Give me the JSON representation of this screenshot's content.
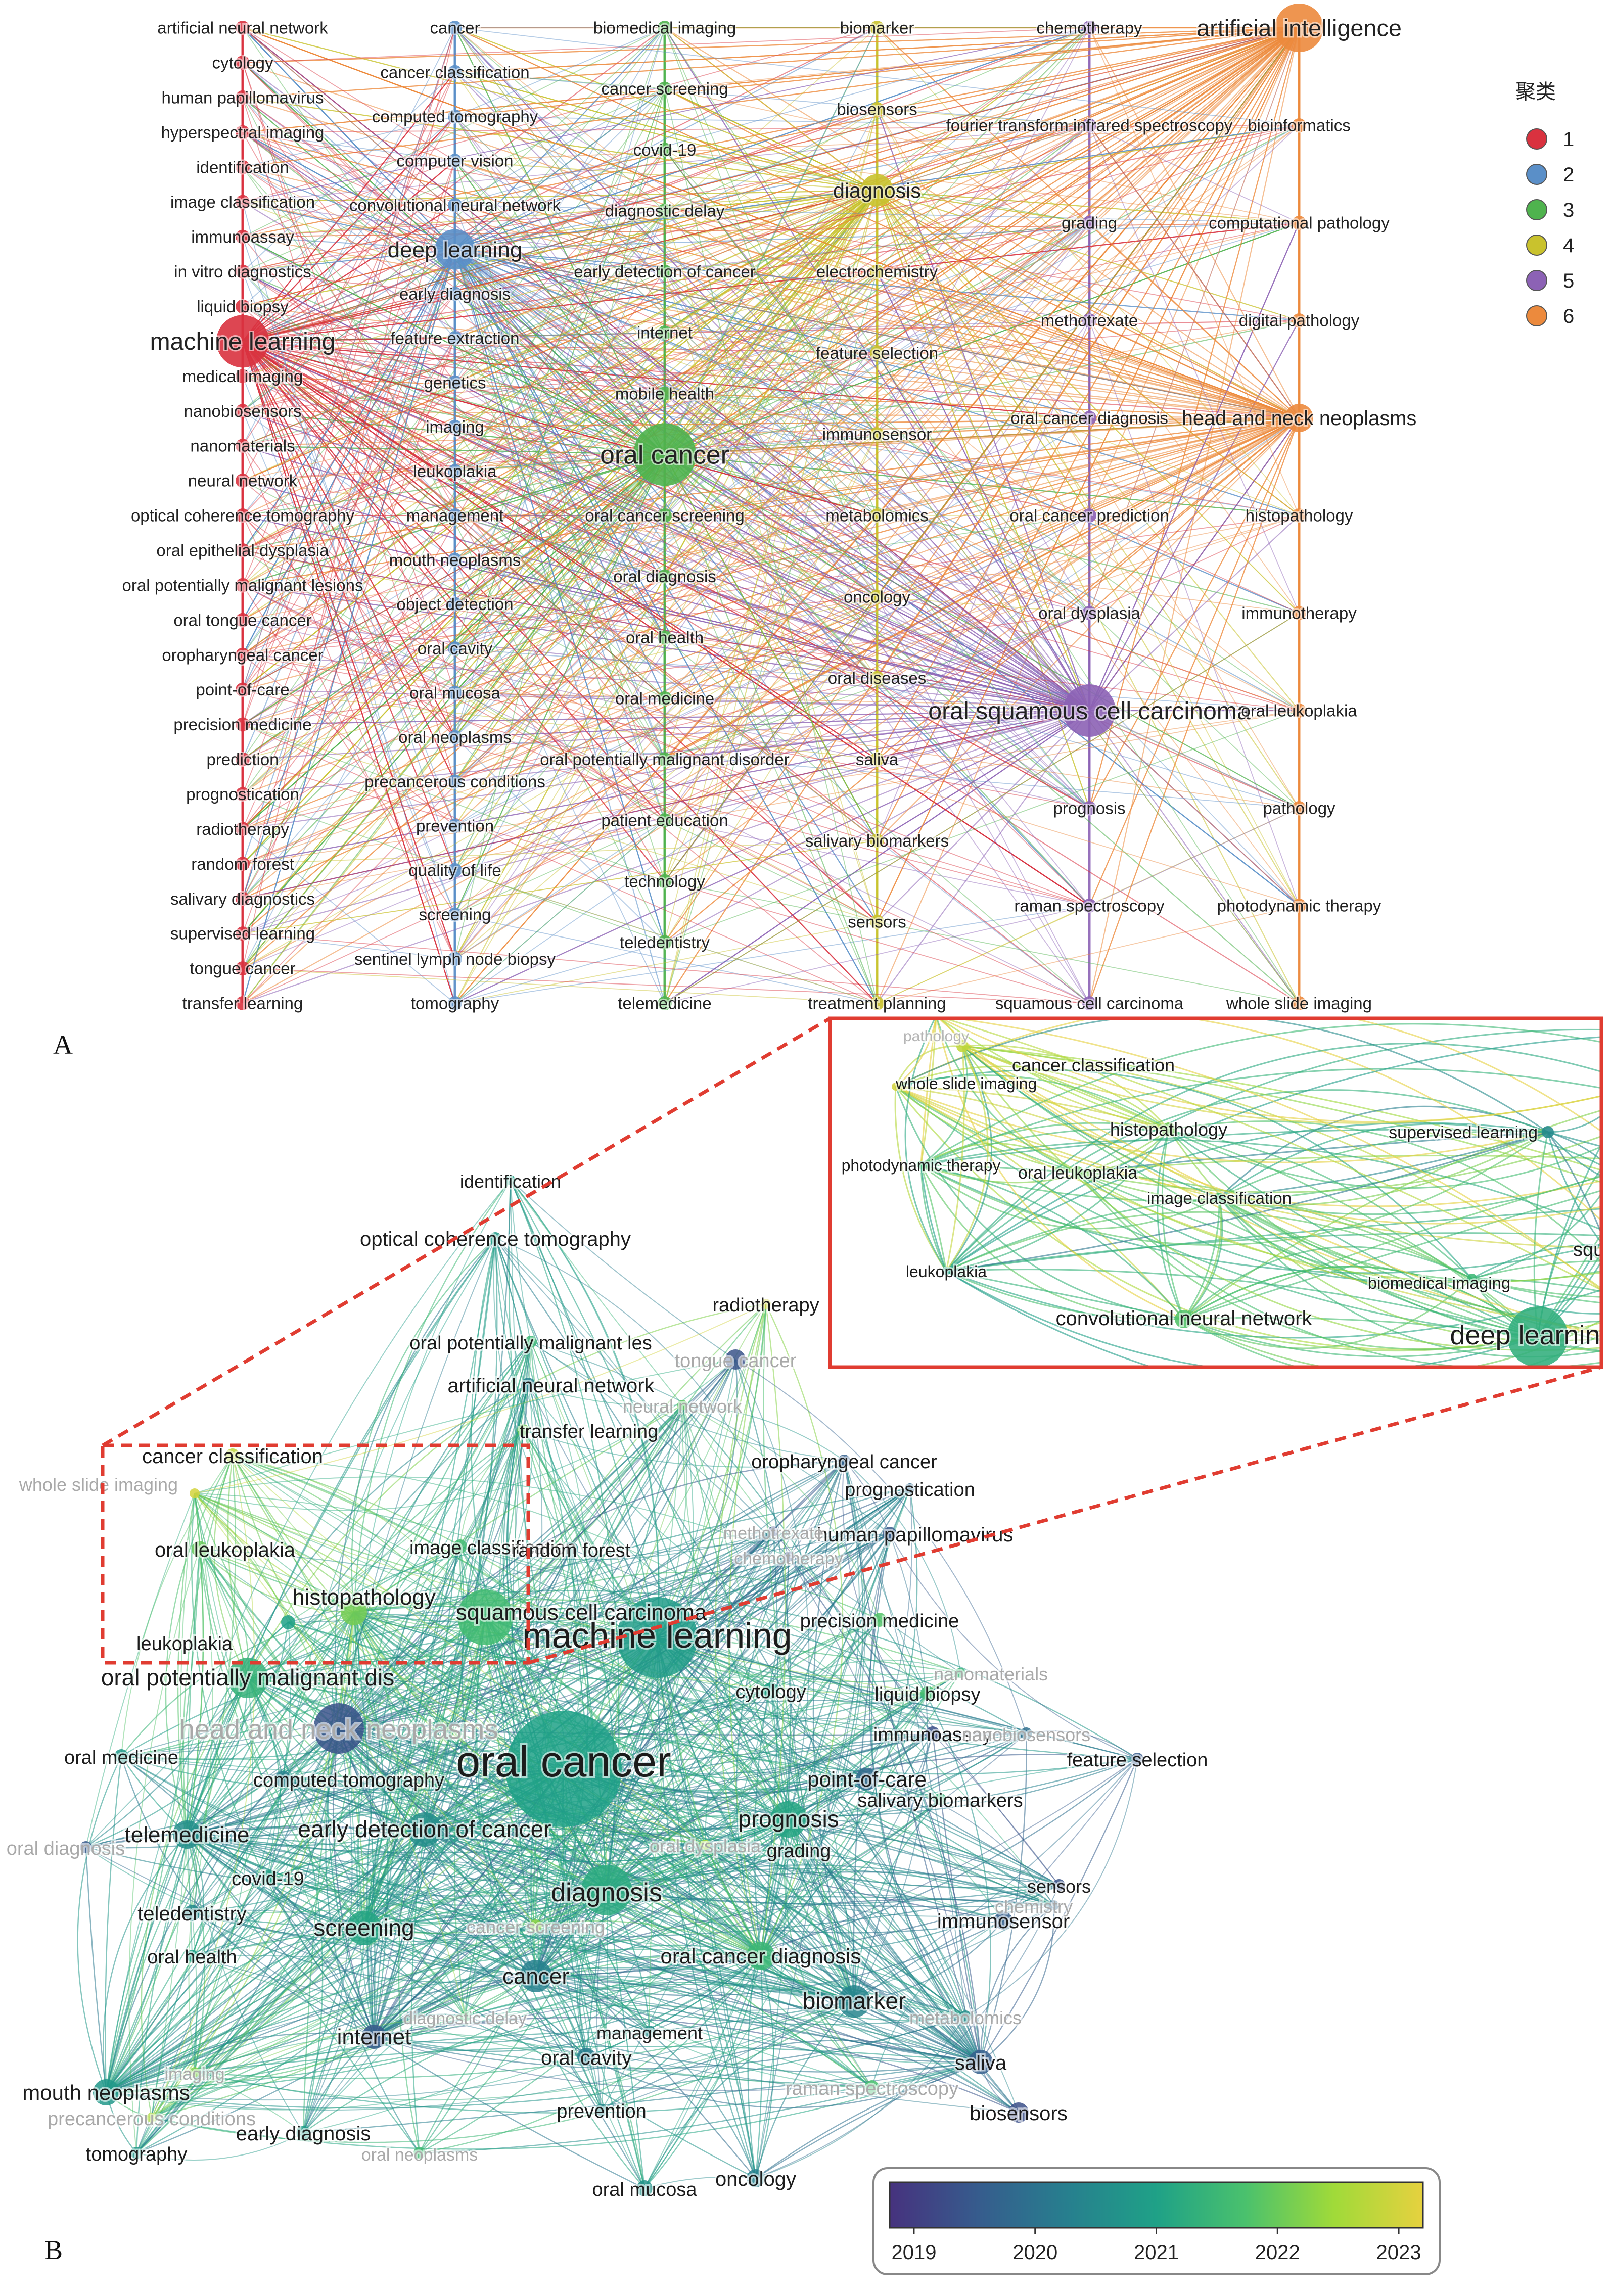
{
  "panels": {
    "a_label": "A",
    "b_label": "B"
  },
  "legend": {
    "title": "聚类",
    "clusters": [
      {
        "id": "1",
        "color": "#d9323f"
      },
      {
        "id": "2",
        "color": "#5a8fc8"
      },
      {
        "id": "3",
        "color": "#4fb34e"
      },
      {
        "id": "4",
        "color": "#c9c22d"
      },
      {
        "id": "5",
        "color": "#8c62b5"
      },
      {
        "id": "6",
        "color": "#ec8a3d"
      }
    ]
  },
  "network_a": {
    "columns": [
      {
        "cluster": "1",
        "terms": [
          "artificial neural network",
          "cytology",
          "human papillomavirus",
          "hyperspectral imaging",
          "identification",
          "image classification",
          "immunoassay",
          "in vitro diagnostics",
          "liquid biopsy",
          "machine learning",
          "medical imaging",
          "nanobiosensors",
          "nanomaterials",
          "neural network",
          "optical coherence tomography",
          "oral epithelial dysplasia",
          "oral potentially malignant lesions",
          "oral tongue cancer",
          "oropharyngeal cancer",
          "point-of-care",
          "precision medicine",
          "prediction",
          "prognostication",
          "radiotherapy",
          "random forest",
          "salivary diagnostics",
          "supervised learning",
          "tongue cancer",
          "transfer learning"
        ]
      },
      {
        "cluster": "2",
        "terms": [
          "cancer",
          "cancer classification",
          "computed tomography",
          "computer vision",
          "convolutional neural network",
          "deep learning",
          "early diagnosis",
          "feature extraction",
          "genetics",
          "imaging",
          "leukoplakia",
          "management",
          "mouth neoplasms",
          "object detection",
          "oral cavity",
          "oral mucosa",
          "oral neoplasms",
          "precancerous conditions",
          "prevention",
          "quality of life",
          "screening",
          "sentinel lymph node biopsy",
          "tomography"
        ]
      },
      {
        "cluster": "3",
        "terms": [
          "biomedical imaging",
          "cancer screening",
          "covid-19",
          "diagnostic delay",
          "early detection of cancer",
          "internet",
          "mobile health",
          "oral cancer",
          "oral cancer screening",
          "oral diagnosis",
          "oral health",
          "oral medicine",
          "oral potentially malignant disorder",
          "patient education",
          "technology",
          "teledentistry",
          "telemedicine"
        ]
      },
      {
        "cluster": "4",
        "terms": [
          "biomarker",
          "biosensors",
          "diagnosis",
          "electrochemistry",
          "feature selection",
          "immunosensor",
          "metabolomics",
          "oncology",
          "oral diseases",
          "saliva",
          "salivary biomarkers",
          "sensors",
          "treatment planning"
        ]
      },
      {
        "cluster": "5",
        "terms": [
          "chemotherapy",
          "fourier transform infrared spectroscopy",
          "grading",
          "methotrexate",
          "oral cancer diagnosis",
          "oral cancer prediction",
          "oral dysplasia",
          "oral squamous cell carcinoma",
          "prognosis",
          "raman spectroscopy",
          "squamous cell carcinoma"
        ]
      },
      {
        "cluster": "6",
        "terms": [
          "artificial intelligence",
          "bioinformatics",
          "computational pathology",
          "digital pathology",
          "head and neck neoplasms",
          "histopathology",
          "immunotherapy",
          "oral leukoplakia",
          "pathology",
          "photodynamic therapy",
          "whole slide imaging"
        ]
      }
    ],
    "large_terms": {
      "machine learning": 52,
      "oral cancer": 62,
      "artificial intelligence": 48,
      "oral squamous cell carcinoma": 52,
      "deep learning": 40,
      "diagnosis": 32,
      "head and neck neoplasms": 28
    }
  },
  "network_b": {
    "nodes": [
      {
        "term": "oral cancer",
        "year": 2021.0,
        "size": 115
      },
      {
        "term": "machine learning",
        "year": 2020.9,
        "size": 80
      },
      {
        "term": "head and neck neoplasms",
        "year": 2019.4,
        "size": 50
      },
      {
        "term": "squamous cell carcinoma",
        "year": 2021.6,
        "size": 55
      },
      {
        "term": "diagnosis",
        "year": 2021.2,
        "size": 50
      },
      {
        "term": "oral potentially malignant dis",
        "year": 2021.4,
        "size": 40
      },
      {
        "term": "prognosis",
        "year": 2021.1,
        "size": 36
      },
      {
        "term": "screening",
        "year": 2021.1,
        "size": 34
      },
      {
        "term": "early detection of cancer",
        "year": 2020.6,
        "size": 34
      },
      {
        "term": "cancer",
        "year": 2020.3,
        "size": 32
      },
      {
        "term": "biomarker",
        "year": 2020.4,
        "size": 32
      },
      {
        "term": "oral cancer diagnosis",
        "year": 2021.5,
        "size": 28
      },
      {
        "term": "telemedicine",
        "year": 2020.6,
        "size": 28
      },
      {
        "term": "histopathology",
        "year": 2022.1,
        "size": 26
      },
      {
        "term": "mouth neoplasms",
        "year": 2020.8,
        "size": 26
      },
      {
        "term": "internet",
        "year": 2019.5,
        "size": 24
      },
      {
        "term": "saliva",
        "year": 2019.6,
        "size": 24
      },
      {
        "term": "point-of-care",
        "year": 2019.8,
        "size": 22
      },
      {
        "term": "precision medicine",
        "year": 2021.8,
        "size": 14
      },
      {
        "term": "computed tomography",
        "year": 2020.3,
        "size": 16
      },
      {
        "term": "cytology",
        "year": 2021.0,
        "size": 16
      },
      {
        "term": "liquid biopsy",
        "year": 2021.6,
        "size": 14
      },
      {
        "term": "immunoassay",
        "year": 2019.3,
        "size": 14
      },
      {
        "term": "immunosensor",
        "year": 2019.6,
        "size": 18
      },
      {
        "term": "biosensors",
        "year": 2019.3,
        "size": 20
      },
      {
        "term": "oral cavity",
        "year": 2020.2,
        "size": 18
      },
      {
        "term": "oral mucosa",
        "year": 2020.7,
        "size": 16
      },
      {
        "term": "oncology",
        "year": 2020.3,
        "size": 18
      },
      {
        "term": "tongue cancer",
        "year": 2019.4,
        "size": 20
      },
      {
        "term": "artificial neural network",
        "year": 2020.3,
        "size": 14
      },
      {
        "term": "oral leukoplakia",
        "year": 2022.0,
        "size": 16
      },
      {
        "term": "leukoplakia",
        "year": 2021.0,
        "size": 14
      },
      {
        "term": "image classification",
        "year": 2021.6,
        "size": 14
      },
      {
        "term": "random forest",
        "year": 2020.6,
        "size": 14
      },
      {
        "term": "cancer classification",
        "year": 2022.8,
        "size": 14
      },
      {
        "term": "human papillomavirus",
        "year": 2019.5,
        "size": 14
      },
      {
        "term": "oropharyngeal cancer",
        "year": 2019.6,
        "size": 12
      },
      {
        "term": "teledentistry",
        "year": 2020.5,
        "size": 16
      },
      {
        "term": "covid-19",
        "year": 2021.0,
        "size": 14
      },
      {
        "term": "oral health",
        "year": 2021.0,
        "size": 12
      },
      {
        "term": "oral medicine",
        "year": 2020.8,
        "size": 14
      },
      {
        "term": "salivary biomarkers",
        "year": 2021.4,
        "size": 12
      },
      {
        "term": "sensors",
        "year": 2019.4,
        "size": 12
      },
      {
        "term": "tomography",
        "year": 2020.8,
        "size": 12
      },
      {
        "term": "early diagnosis",
        "year": 2020.9,
        "size": 14
      },
      {
        "term": "prevention",
        "year": 2020.5,
        "size": 12
      },
      {
        "term": "identification",
        "year": 2021.0,
        "size": 10
      },
      {
        "term": "optical coherence tomography",
        "year": 2020.9,
        "size": 12
      },
      {
        "term": "oral potentially malignant les",
        "year": 2021.5,
        "size": 12
      },
      {
        "term": "transfer learning",
        "year": 2022.0,
        "size": 12
      },
      {
        "term": "radiotherapy",
        "year": 2023.0,
        "size": 10
      },
      {
        "term": "prognostication",
        "year": 2019.8,
        "size": 10
      },
      {
        "term": "grading",
        "year": 2021.3,
        "size": 12
      },
      {
        "term": "nanobiosensors",
        "year": 2019.9,
        "size": 12
      },
      {
        "term": "feature selection",
        "year": 2019.5,
        "size": 12
      },
      {
        "term": "management",
        "year": 2020.6,
        "size": 12
      },
      {
        "term": "metabolomics",
        "year": 2020.6,
        "size": 12
      },
      {
        "term": "whole slide imaging",
        "year": 2023.0,
        "size": 10
      },
      {
        "term": "nanomaterials",
        "year": 2021.5,
        "size": 10
      },
      {
        "term": "raman spectroscopy",
        "year": 2021.7,
        "size": 14
      },
      {
        "term": "cancer screening",
        "year": 2022.3,
        "size": 12
      },
      {
        "term": "oral diagnosis",
        "year": 2019.5,
        "size": 12
      },
      {
        "term": "imaging",
        "year": 2022.2,
        "size": 10
      },
      {
        "term": "precancerous conditions",
        "year": 2022.6,
        "size": 10
      },
      {
        "term": "diagnostic delay",
        "year": 2021.7,
        "size": 10
      },
      {
        "term": "oral neoplasms",
        "year": 2021.6,
        "size": 12
      },
      {
        "term": "oral dysplasia",
        "year": 2022.5,
        "size": 10
      },
      {
        "term": "neural network",
        "year": 2021.9,
        "size": 10
      },
      {
        "term": "chemistry",
        "year": 2019.8,
        "size": 10
      },
      {
        "term": "methotrexate",
        "year": 2019.4,
        "size": 10
      },
      {
        "term": "chemotherapy",
        "year": 2019.4,
        "size": 10
      }
    ],
    "colorbar": {
      "ticks": [
        "2019",
        "2020",
        "2021",
        "2022",
        "2023"
      ],
      "min": 2018.8,
      "max": 2023.2,
      "stops": [
        "#46327e",
        "#365c8d",
        "#277f8e",
        "#1fa187",
        "#4ac16d",
        "#a0da39",
        "#e6d13f"
      ]
    }
  },
  "inset": {
    "nodes": [
      {
        "term": "pathology",
        "year": 2022.8,
        "size": 8,
        "faded": true
      },
      {
        "term": "cancer classification",
        "year": 2022.8,
        "size": 12
      },
      {
        "term": "whole slide imaging",
        "year": 2023.0,
        "size": 8
      },
      {
        "term": "histopathology",
        "year": 2022.1,
        "size": 14
      },
      {
        "term": "supervised learning",
        "year": 2020.5,
        "size": 12
      },
      {
        "term": "photodynamic therapy",
        "year": 2021.5,
        "size": 8
      },
      {
        "term": "oral leukoplakia",
        "year": 2022.0,
        "size": 12
      },
      {
        "term": "image classification",
        "year": 2021.6,
        "size": 10
      },
      {
        "term": "leukoplakia",
        "year": 2021.0,
        "size": 8
      },
      {
        "term": "biomedical imaging",
        "year": 2021.5,
        "size": 10
      },
      {
        "term": "convolutional neural network",
        "year": 2021.8,
        "size": 18
      },
      {
        "term": "deep learning",
        "year": 2021.3,
        "size": 60
      },
      {
        "term": "squam",
        "year": 2021.6,
        "size": 0
      }
    ]
  }
}
